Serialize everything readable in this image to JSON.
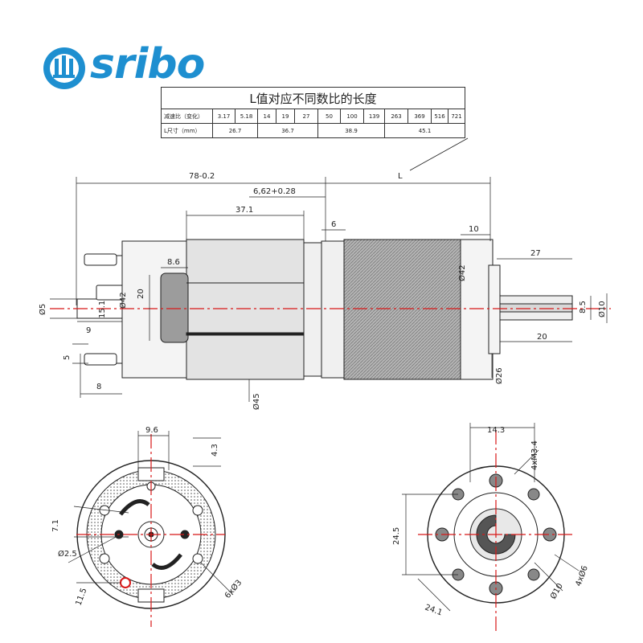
{
  "brand": {
    "name": "sribo",
    "color": "#1e8fd0"
  },
  "table": {
    "title": "L值对应不同数比的长度",
    "ratio_label": "减速比（变化）",
    "ratios": [
      "3.17",
      "5.18",
      "14",
      "19",
      "27",
      "50",
      "100",
      "139",
      "263",
      "369",
      "516",
      "721"
    ],
    "length_label": "L尺寸（mm）",
    "lengths": [
      "26.7",
      "36.7",
      "38.9",
      "45.1"
    ]
  },
  "dimensions": {
    "overall": "78-0.2",
    "L": "L",
    "d_6_62": "6,62+0.28",
    "d_37_1": "37.1",
    "d_6": "6",
    "d_10": "10",
    "d_27": "27",
    "d_8_6": "8.6",
    "d_20_left": "20",
    "d_phi42_left": "Ø42",
    "d_phi42_right": "Ø42",
    "d_phi5": "Ø5",
    "d_15": "15.1",
    "d_9": "9",
    "d_5": "5",
    "d_8": "8",
    "d_phi45": "Ø45",
    "d_phi26": "Ø26",
    "d_8_5": "8.5",
    "d_phi10": "Ø10",
    "d_20_right": "20",
    "d_9_6": "9.6",
    "d_4_3": "4.3",
    "d_7_1": "7.1",
    "d_phi2_5": "Ø2.5",
    "d_11_5": "11.5",
    "d_6xphi3": "6xØ3",
    "d_14_3": "14.3",
    "d_4xm3_4": "4xM3.4",
    "d_24_5": "24.5",
    "d_24_1": "24.1",
    "d_phi10_b": "Ø10",
    "d_4xphi6": "4xØ6"
  },
  "colors": {
    "centerline": "#d81818",
    "line": "#222222",
    "body": "#d9d9d9",
    "knurl": "#9a9a9a"
  }
}
